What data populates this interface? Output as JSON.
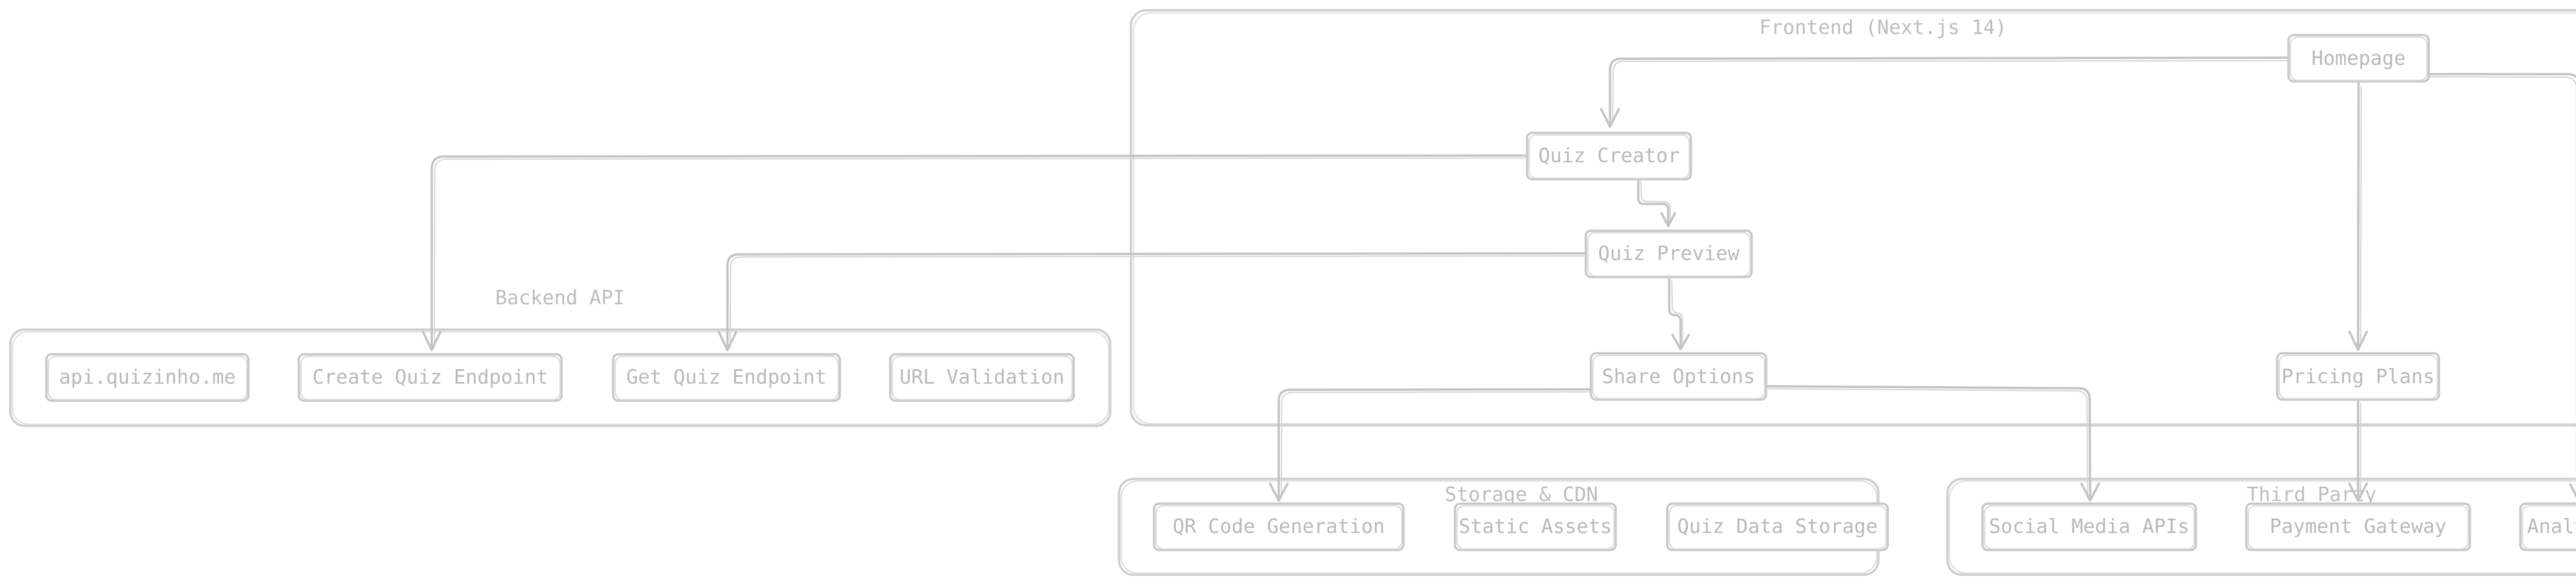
{
  "diagram": {
    "groups": {
      "frontend": {
        "label": "Frontend (Next.js 14)"
      },
      "backend": {
        "label": "Backend API"
      },
      "storage": {
        "label": "Storage & CDN"
      },
      "third_party": {
        "label": "Third Party"
      }
    },
    "nodes": {
      "homepage": {
        "label": "Homepage"
      },
      "quiz_creator": {
        "label": "Quiz Creator"
      },
      "quiz_preview": {
        "label": "Quiz Preview"
      },
      "share_options": {
        "label": "Share Options"
      },
      "pricing_plans": {
        "label": "Pricing Plans"
      },
      "api_domain": {
        "label": "api.quizinho.me"
      },
      "create_quiz_endpoint": {
        "label": "Create Quiz Endpoint"
      },
      "get_quiz_endpoint": {
        "label": "Get Quiz Endpoint"
      },
      "url_validation": {
        "label": "URL Validation"
      },
      "qr_code_generation": {
        "label": "QR Code Generation"
      },
      "static_assets": {
        "label": "Static Assets"
      },
      "quiz_data_storage": {
        "label": "Quiz Data Storage"
      },
      "social_media_apis": {
        "label": "Social Media APIs"
      },
      "payment_gateway": {
        "label": "Payment Gateway"
      },
      "analytics": {
        "label": "Analytics"
      }
    },
    "edges": [
      {
        "from": "homepage",
        "to": "quiz_creator"
      },
      {
        "from": "homepage",
        "to": "pricing_plans"
      },
      {
        "from": "homepage",
        "to": "analytics"
      },
      {
        "from": "quiz_creator",
        "to": "quiz_preview"
      },
      {
        "from": "quiz_creator",
        "to": "create_quiz_endpoint"
      },
      {
        "from": "quiz_preview",
        "to": "share_options"
      },
      {
        "from": "quiz_preview",
        "to": "get_quiz_endpoint"
      },
      {
        "from": "share_options",
        "to": "qr_code_generation"
      },
      {
        "from": "share_options",
        "to": "social_media_apis"
      },
      {
        "from": "pricing_plans",
        "to": "payment_gateway"
      }
    ]
  }
}
